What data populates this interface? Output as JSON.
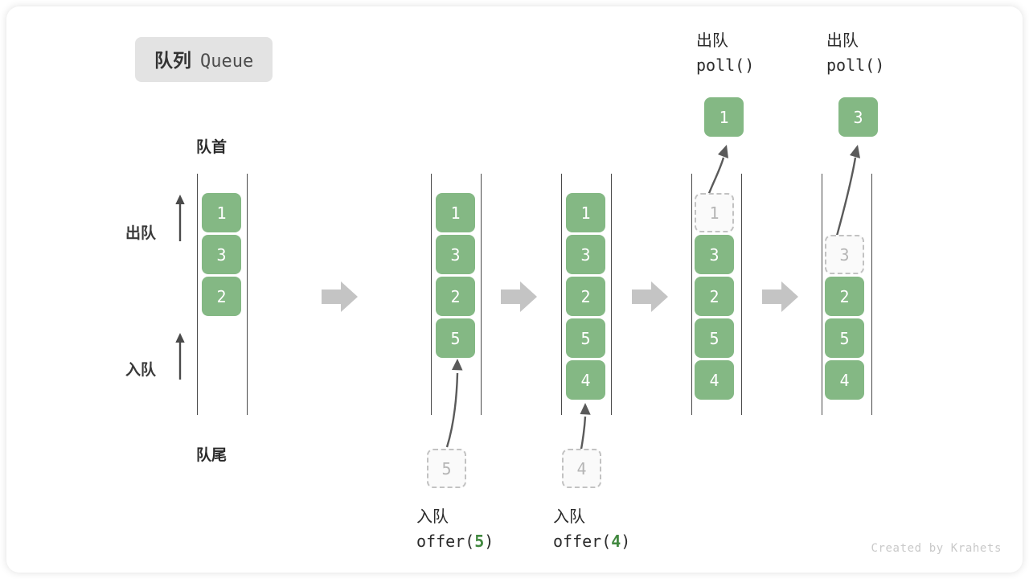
{
  "title": {
    "cn": "队列",
    "en": "Queue"
  },
  "labels": {
    "head": "队首",
    "tail": "队尾",
    "dequeue": "出队",
    "enqueue": "入队"
  },
  "watermark": "Created by Krahets",
  "colors": {
    "cell_green": "#84b884",
    "cell_text": "#ffffff",
    "ghost_fill": "#fafafa",
    "ghost_border": "#c2c2c2",
    "ghost_text": "#b5b5b5",
    "rail": "#4a4a4a",
    "arrow_gray": "#c4c4c4",
    "curve_arrow": "#5a5a5a",
    "badge_bg": "#e3e3e3",
    "text_dark": "#2b2b2b",
    "accent_green": "#41883f",
    "watermark": "#c9c9c9"
  },
  "steps": [
    {
      "id": "initial",
      "cells": [
        "1",
        "3",
        "2"
      ],
      "ghost": null,
      "op": null,
      "result": null
    },
    {
      "id": "offer-5",
      "cells": [
        "1",
        "3",
        "2",
        "5"
      ],
      "ghost": {
        "value": "5",
        "position": "below"
      },
      "op": {
        "cn": "入队",
        "fn": "offer(",
        "arg": "5",
        "fn_close": ")",
        "placement": "bottom"
      },
      "result": null
    },
    {
      "id": "offer-4",
      "cells": [
        "1",
        "3",
        "2",
        "5",
        "4"
      ],
      "ghost": {
        "value": "4",
        "position": "below"
      },
      "op": {
        "cn": "入队",
        "fn": "offer(",
        "arg": "4",
        "fn_close": ")",
        "placement": "bottom"
      },
      "result": null
    },
    {
      "id": "poll-1",
      "cells": [
        "3",
        "2",
        "5",
        "4"
      ],
      "ghost": {
        "value": "1",
        "position": "slot0"
      },
      "op": {
        "cn": "出队",
        "fn": "poll(",
        "arg": "",
        "fn_close": ")",
        "placement": "top"
      },
      "result": "1"
    },
    {
      "id": "poll-3",
      "cells": [
        "2",
        "5",
        "4"
      ],
      "ghost": {
        "value": "3",
        "position": "slot1"
      },
      "op": {
        "cn": "出队",
        "fn": "poll(",
        "arg": "",
        "fn_close": ")",
        "placement": "top"
      },
      "result": "3"
    }
  ],
  "transition_arrows": 4
}
